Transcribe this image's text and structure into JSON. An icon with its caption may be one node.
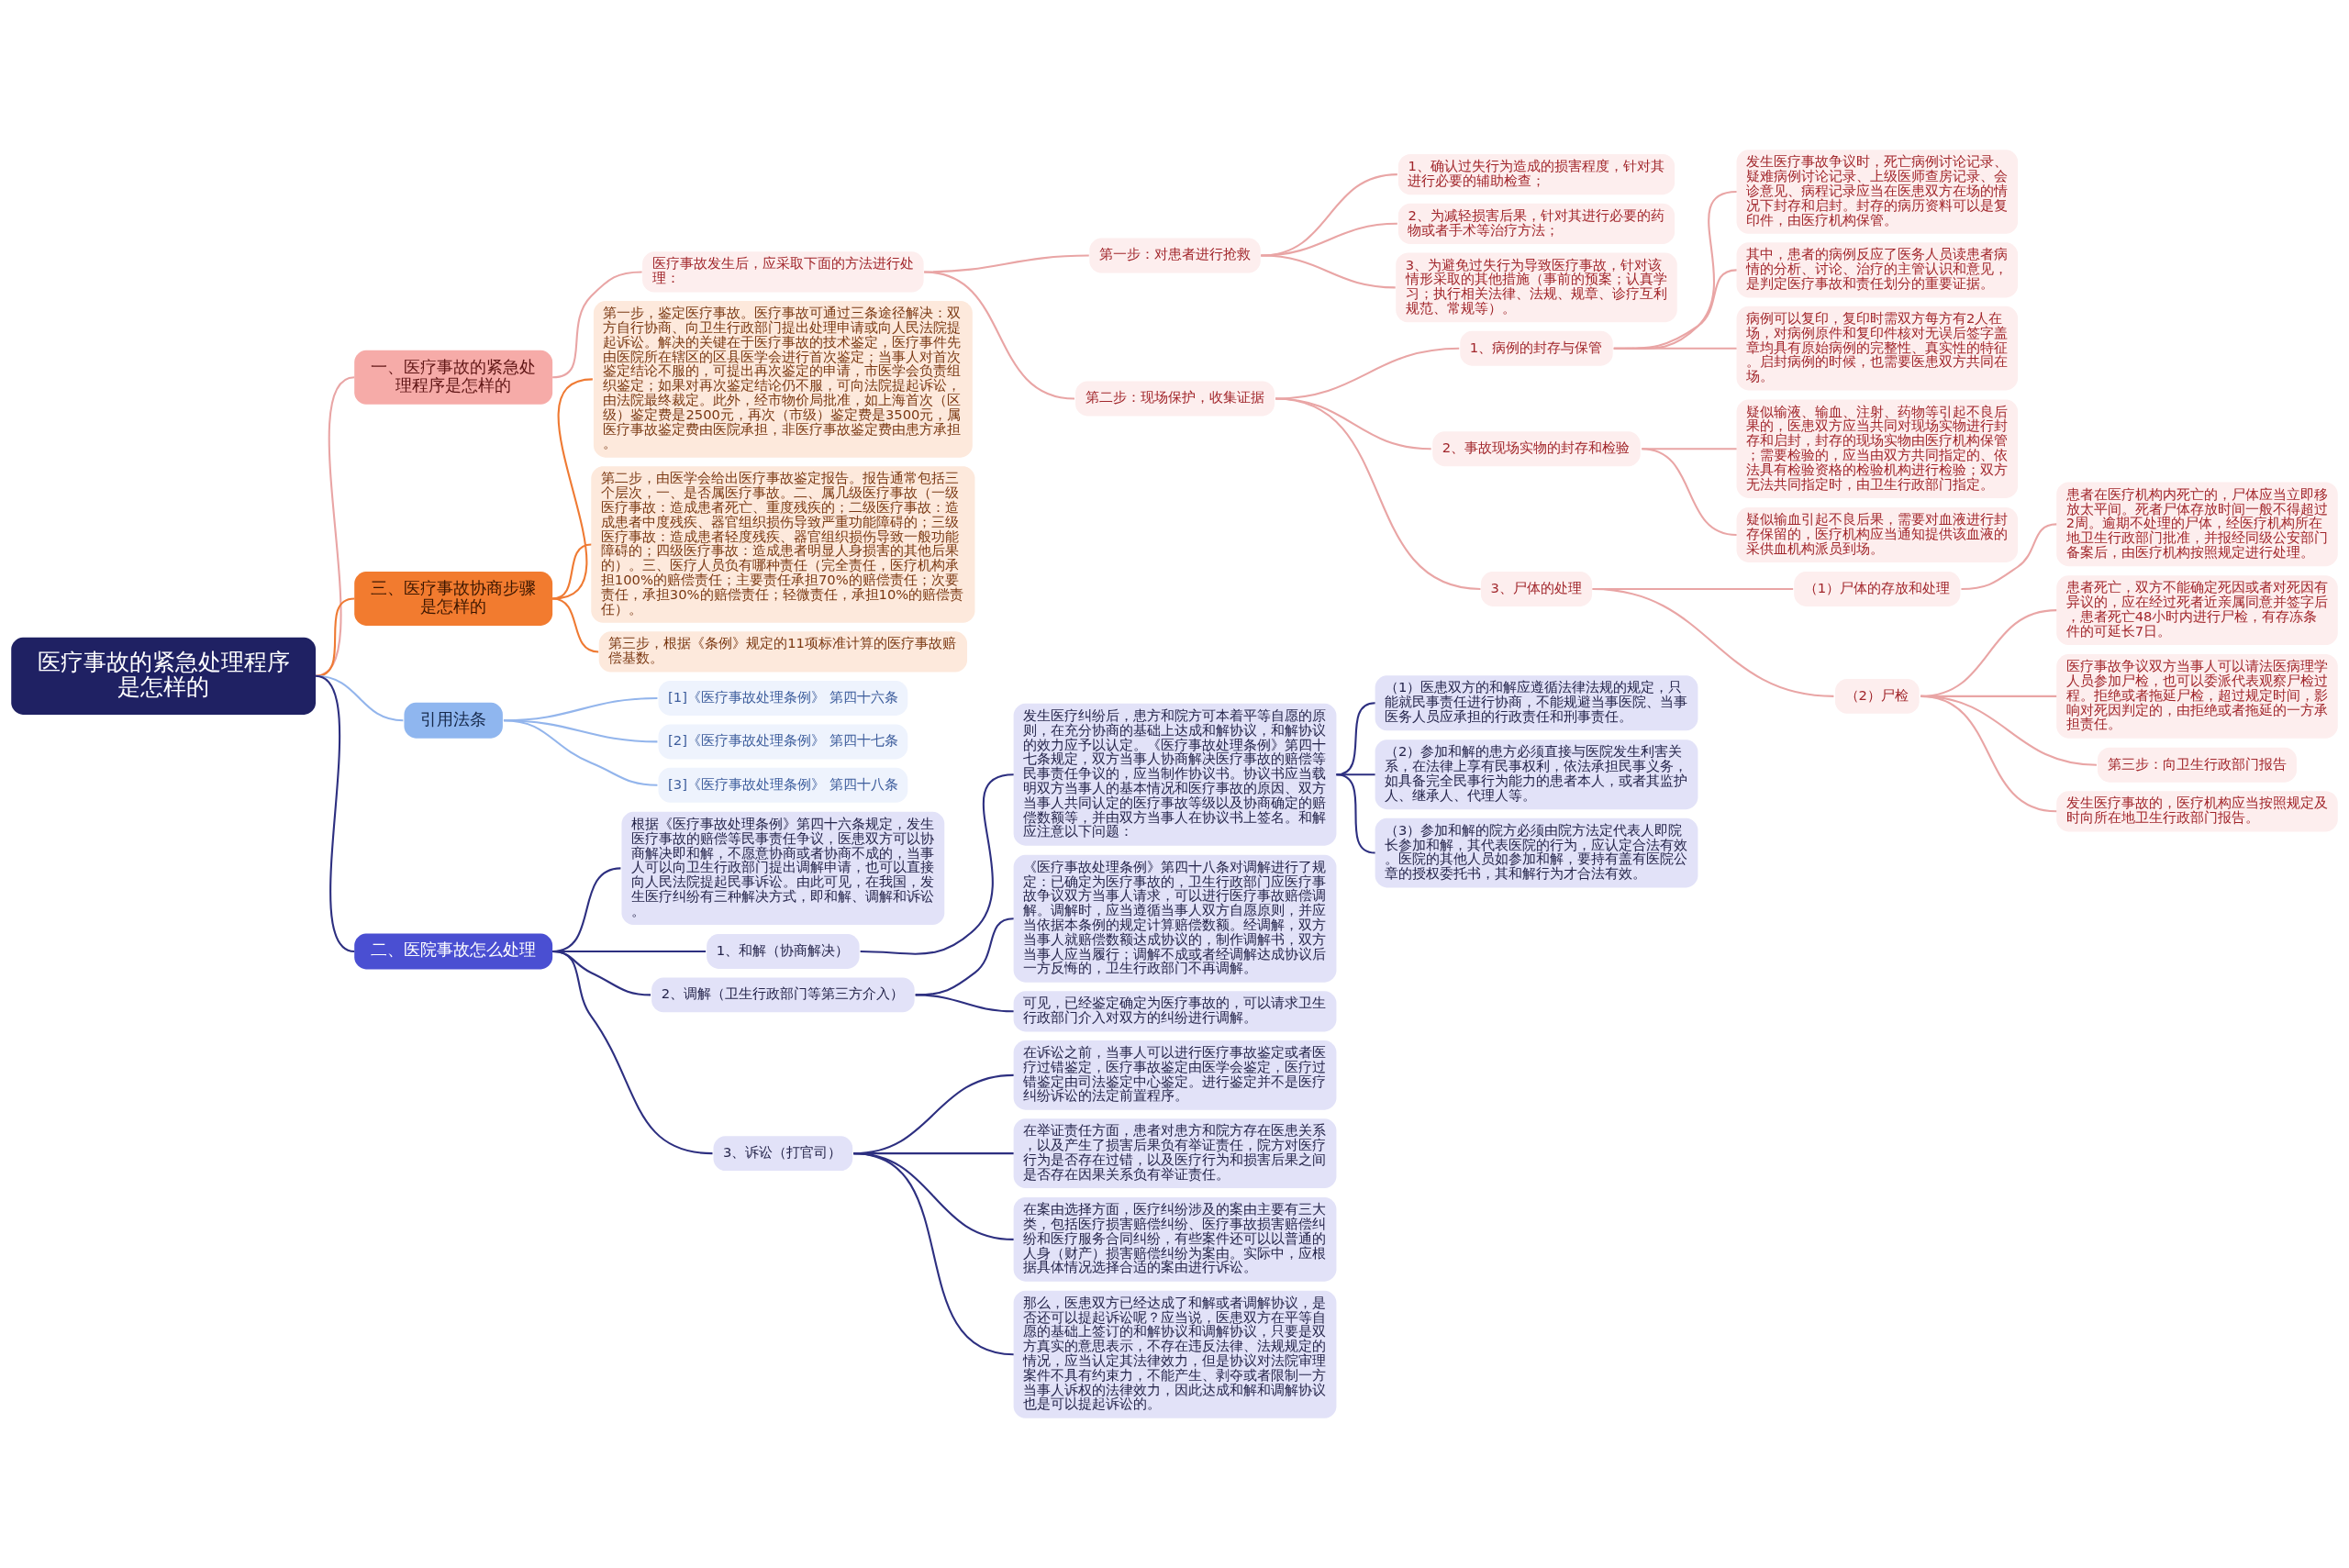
{
  "diagram": {
    "nodes": [
      {
        "text": [
          "医疗事故的紧急处理程序是怎样的"
        ]
      },
      {
        "text": [
          "一、医疗事故的紧急处理程序是怎样的"
        ]
      },
      {
        "text": [
          "医疗事故发生后，应采取下面的方法进行处理："
        ]
      },
      {
        "text": [
          "第一步：对患者进行抢救"
        ]
      },
      {
        "text": [
          "1、确认过失行为造成的损害程度，针对其进行必要的辅助检查；"
        ]
      },
      {
        "text": [
          "2、为减轻损害后果，针对其进行必要的药物或者手术等治疗方法；"
        ]
      },
      {
        "text": [
          "3、为避免过失行为导致医疗事故，针对该情形采取的其他措施（事前的预案；认真学习；执行相关法律、法规、规章、诊疗互利规范、常规等）。"
        ]
      },
      {
        "text": [
          "第二步：现场保护，收集证据"
        ]
      },
      {
        "text": [
          "1、病例的封存与保管"
        ]
      },
      {
        "text": [
          "发生医疗事故争议时，死亡病例讨论记录、疑难病例讨论记录、上级医师查房记录、会诊意见、病程记录应当在医患双方在场的情况下封存和启封。封存的病历资料可以是复印件，由医疗机构保管。"
        ]
      },
      {
        "text": [
          "其中，患者的病例反应了医务人员读患者病情的分析、讨论、治疗的主管认识和意见，是判定医疗事故和责任划分的重要证据。"
        ]
      },
      {
        "text": [
          "病例可以复印，复印时需双方每方有2人在场，对病例原件和复印件核对无误后签字盖章均具有原始病例的完整性、真实性的特征。启封病例的时候，也需要医患双方共同在场。"
        ]
      },
      {
        "text": [
          "2、事故现场实物的封存和检验"
        ]
      },
      {
        "text": [
          "疑似输液、输血、注射、药物等引起不良后果的，医患双方应当共同对现场实物进行封存和启封，封存的现场实物由医疗机构保管；需要检验的，应当由双方共同指定的、依法具有检验资格的检验机构进行检验；双方无法共同指定时，由卫生行政部门指定。"
        ]
      },
      {
        "text": [
          "疑似输血引起不良后果，需要对血液进行封存保留的，医疗机构应当通知提供该血液的采供血机构派员到场。"
        ]
      },
      {
        "text": [
          "3、尸体的处理"
        ]
      },
      {
        "text": [
          "（1）尸体的存放和处理"
        ]
      },
      {
        "text": [
          "患者在医疗机构内死亡的，尸体应当立即移放太平间。死者尸体存放时间一般不得超过2周。逾期不处理的尸体，经医疗机构所在地卫生行政部门批准，并报经同级公安部门备案后，由医疗机构按照规定进行处理。"
        ]
      },
      {
        "text": [
          "（2）尸检"
        ]
      },
      {
        "text": [
          "患者死亡，双方不能确定死因或者对死因有异议的，应在经过死者近亲属同意并签字后，患者死亡48小时内进行尸检，有存冻条件的可延长7日。"
        ]
      },
      {
        "text": [
          "医疗事故争议双方当事人可以请法医病理学人员参加尸检，也可以委派代表观察尸检过程。拒绝或者拖延尸检，超过规定时间，影响对死因判定的，由拒绝或者拖延的一方承担责任。"
        ]
      },
      {
        "text": [
          "第三步：向卫生行政部门报告"
        ]
      },
      {
        "text": [
          "发生医疗事故的，医疗机构应当按照规定及时向所在地卫生行政部门报告。"
        ]
      },
      {
        "text": [
          "三、医疗事故协商步骤是怎样的"
        ]
      },
      {
        "text": [
          "第一步，鉴定医疗事故。医疗事故可通过三条途径解决：双方自行协商、向卫生行政部门提出处理申请或向人民法院提起诉讼。解决的关键在于医疗事故的技术鉴定，医疗事件先由医院所在辖区的区县医学会进行首次鉴定；当事人对首次鉴定结论不服的，可提出再次鉴定的申请，市医学会负责组织鉴定；如果对再次鉴定结论仍不服，可向法院提起诉讼，由法院最终裁定。此外，经市物价局批准，如上海首次（区级）鉴定费是2500元，再次（市级）鉴定费是3500元，属医疗事故鉴定费由医院承担，非医疗事故鉴定费由患方承担。"
        ]
      },
      {
        "text": [
          "第二步，由医学会给出医疗事故鉴定报告。报告通常包括三个层次，一、是否属医疗事故。二、属几级医疗事故（一级医疗事故：造成患者死亡、重度残疾的；二级医疗事故：造成患者中度残疾、器官组织损伤导致严重功能障碍的；三级医疗事故：造成患者轻度残疾、器官组织损伤导致一般功能障碍的；四级医疗事故：造成患者明显人身损害的其他后果的）。三、医疗人员负有哪种责任（完全责任，医疗机构承担100%的赔偿责任；主要责任承担70%的赔偿责任；次要责任，承担30%的赔偿责任；轻微责任，承担10%的赔偿责任）。"
        ]
      },
      {
        "text": [
          "第三步，根据《条例》规定的11项标准计算的医疗事故赔偿基数。"
        ]
      },
      {
        "text": [
          "引用法条"
        ]
      },
      {
        "text": [
          "[1]《医疗事故处理条例》 第四十六条"
        ]
      },
      {
        "text": [
          "[2]《医疗事故处理条例》 第四十七条"
        ]
      },
      {
        "text": [
          "[3]《医疗事故处理条例》 第四十八条"
        ]
      },
      {
        "text": [
          "二、医院事故怎么处理"
        ]
      },
      {
        "text": [
          "根据《医疗事故处理条例》第四十六条规定，发生医疗事故的赔偿等民事责任争议，医患双方可以协商解决即和解，不愿意协商或者协商不成的，当事人可以向卫生行政部门提出调解申请，也可以直接向人民法院提起民事诉讼。由此可见，在我国，发生医疗纠纷有三种解决方式，即和解、调解和诉讼。"
        ]
      },
      {
        "text": [
          "1、和解（协商解决）"
        ]
      },
      {
        "text": [
          "发生医疗纠纷后，患方和院方可本着平等自愿的原则，在充分协商的基础上达成和解协议，和解协议的效力应予以认定。《医疗事故处理条例》第四十七条规定，双方当事人协商解决医疗事故的赔偿等民事责任争议的，应当制作协议书。协议书应当载明双方当事人的基本情况和医疗事故的原因、双方当事人共同认定的医疗事故等级以及协商确定的赔偿数额等，并由双方当事人在协议书上签名。和解应注意以下问题："
        ]
      },
      {
        "text": [
          "（1）医患双方的和解应遵循法律法规的规定，只能就民事责任进行协商，不能规避当事医院、当事医务人员应承担的行政责任和刑事责任。"
        ]
      },
      {
        "text": [
          "（2）参加和解的患方必须直接与医院发生利害关系，在法律上享有民事权利，依法承担民事义务，如具备完全民事行为能力的患者本人，或者其监护人、继承人、代理人等。"
        ]
      },
      {
        "text": [
          "（3）参加和解的院方必须由院方法定代表人即院长参加和解，其代表医院的行为，应认定合法有效。医院的其他人员如参加和解，要持有盖有医院公章的授权委托书，其和解行为才合法有效。"
        ]
      },
      {
        "text": [
          "2、调解（卫生行政部门等第三方介入）"
        ]
      },
      {
        "text": [
          "《医疗事故处理条例》第四十八条对调解进行了规定：已确定为医疗事故的，卫生行政部门应医疗事故争议双方当事人请求，可以进行医疗事故赔偿调解。调解时，应当遵循当事人双方自愿原则，并应当依据本条例的规定计算赔偿数额。经调解，双方当事人就赔偿数额达成协议的，制作调解书，双方当事人应当履行；调解不成或者经调解达成协议后一方反悔的，卫生行政部门不再调解。"
        ]
      },
      {
        "text": [
          "可见，已经鉴定确定为医疗事故的，可以请求卫生行政部门介入对双方的纠纷进行调解。"
        ]
      },
      {
        "text": [
          "3、诉讼（打官司）"
        ]
      },
      {
        "text": [
          "在诉讼之前，当事人可以进行医疗事故鉴定或者医疗过错鉴定，医疗事故鉴定由医学会鉴定，医疗过错鉴定由司法鉴定中心鉴定。进行鉴定并不是医疗纠纷诉讼的法定前置程序。"
        ]
      },
      {
        "text": [
          "在举证责任方面，患者对患方和院方存在医患关系，以及产生了损害后果负有举证责任，院方对医疗行为是否存在过错，以及医疗行为和损害后果之间是否存在因果关系负有举证责任。"
        ]
      },
      {
        "text": [
          "在案由选择方面，医疗纠纷涉及的案由主要有三大类，包括医疗损害赔偿纠纷、医疗事故损害赔偿纠纷和医疗服务合同纠纷，有些案件还可以以普通的人身（财产）损害赔偿纠纷为案由。实际中，应根据具体情况选择合适的案由进行诉讼。"
        ]
      },
      {
        "text": [
          "那么，医患双方已经达成了和解或者调解协议，是否还可以提起诉讼呢？应当说，医患双方在平等自愿的基础上签订的和解协议和调解协议，只要是双方真实的意思表示，不存在违反法律、法规规定的情况，应当认定其法律效力，但是协议对法院审理案件不具有约束力，不能产生、剥夺或者限制一方当事人诉权的法律效力，因此达成和解和调解协议也是可以提起诉讼的。"
        ]
      }
    ],
    "edges": [
      {
        "from": 0,
        "to": 1,
        "arrow": "none"
      },
      {
        "from": 1,
        "to": 2,
        "arrow": "none"
      },
      {
        "from": 2,
        "to": 3,
        "arrow": "none"
      },
      {
        "from": 3,
        "to": 4,
        "arrow": "none"
      },
      {
        "from": 3,
        "to": 5,
        "arrow": "none"
      },
      {
        "from": 3,
        "to": 6,
        "arrow": "none"
      },
      {
        "from": 2,
        "to": 7,
        "arrow": "none"
      },
      {
        "from": 7,
        "to": 8,
        "arrow": "none"
      },
      {
        "from": 8,
        "to": 9,
        "arrow": "none"
      },
      {
        "from": 8,
        "to": 10,
        "arrow": "none"
      },
      {
        "from": 8,
        "to": 11,
        "arrow": "none"
      },
      {
        "from": 7,
        "to": 12,
        "arrow": "none"
      },
      {
        "from": 12,
        "to": 13,
        "arrow": "none"
      },
      {
        "from": 12,
        "to": 14,
        "arrow": "none"
      },
      {
        "from": 7,
        "to": 15,
        "arrow": "none"
      },
      {
        "from": 15,
        "to": 16,
        "arrow": "none"
      },
      {
        "from": 16,
        "to": 17,
        "arrow": "none"
      },
      {
        "from": 15,
        "to": 18,
        "arrow": "none"
      },
      {
        "from": 18,
        "to": 19,
        "arrow": "none"
      },
      {
        "from": 18,
        "to": 20,
        "arrow": "none"
      },
      {
        "from": 18,
        "to": 21,
        "arrow": "none"
      },
      {
        "from": 18,
        "to": 22,
        "arrow": "none"
      },
      {
        "from": 0,
        "to": 23,
        "arrow": "none",
        "color": "#ef7a33"
      },
      {
        "from": 23,
        "to": 24,
        "arrow": "none",
        "color": "#ef7a33"
      },
      {
        "from": 23,
        "to": 25,
        "arrow": "none",
        "color": "#ef7a33"
      },
      {
        "from": 23,
        "to": 26,
        "arrow": "none",
        "color": "#ef7a33"
      },
      {
        "from": 0,
        "to": 27,
        "arrow": "none",
        "color": "#93b5ec"
      },
      {
        "from": 27,
        "to": 28,
        "arrow": "none",
        "color": "#93b5ec"
      },
      {
        "from": 27,
        "to": 29,
        "arrow": "none",
        "color": "#93b5ec"
      },
      {
        "from": 27,
        "to": 30,
        "arrow": "none",
        "color": "#93b5ec"
      },
      {
        "from": 0,
        "to": 31,
        "arrow": "none",
        "color": "#2d2f80"
      },
      {
        "from": 31,
        "to": 32,
        "arrow": "none",
        "color": "#2d2f80"
      },
      {
        "from": 31,
        "to": 33,
        "arrow": "none",
        "color": "#2d2f80"
      },
      {
        "from": 33,
        "to": 34,
        "arrow": "none",
        "color": "#2d2f80"
      },
      {
        "from": 34,
        "to": 35,
        "arrow": "none",
        "color": "#2d2f80"
      },
      {
        "from": 34,
        "to": 36,
        "arrow": "none",
        "color": "#2d2f80"
      },
      {
        "from": 34,
        "to": 37,
        "arrow": "none",
        "color": "#2d2f80"
      },
      {
        "from": 31,
        "to": 38,
        "arrow": "none",
        "color": "#2d2f80"
      },
      {
        "from": 38,
        "to": 39,
        "arrow": "none",
        "color": "#2d2f80"
      },
      {
        "from": 38,
        "to": 40,
        "arrow": "none",
        "color": "#2d2f80"
      },
      {
        "from": 31,
        "to": 41,
        "arrow": "none",
        "color": "#2d2f80"
      },
      {
        "from": 41,
        "to": 42,
        "arrow": "none",
        "color": "#2d2f80"
      },
      {
        "from": 41,
        "to": 43,
        "arrow": "none",
        "color": "#2d2f80"
      },
      {
        "from": 41,
        "to": 44,
        "arrow": "none",
        "color": "#2d2f80"
      },
      {
        "from": 41,
        "to": 45,
        "arrow": "none",
        "color": "#2d2f80"
      }
    ]
  }
}
